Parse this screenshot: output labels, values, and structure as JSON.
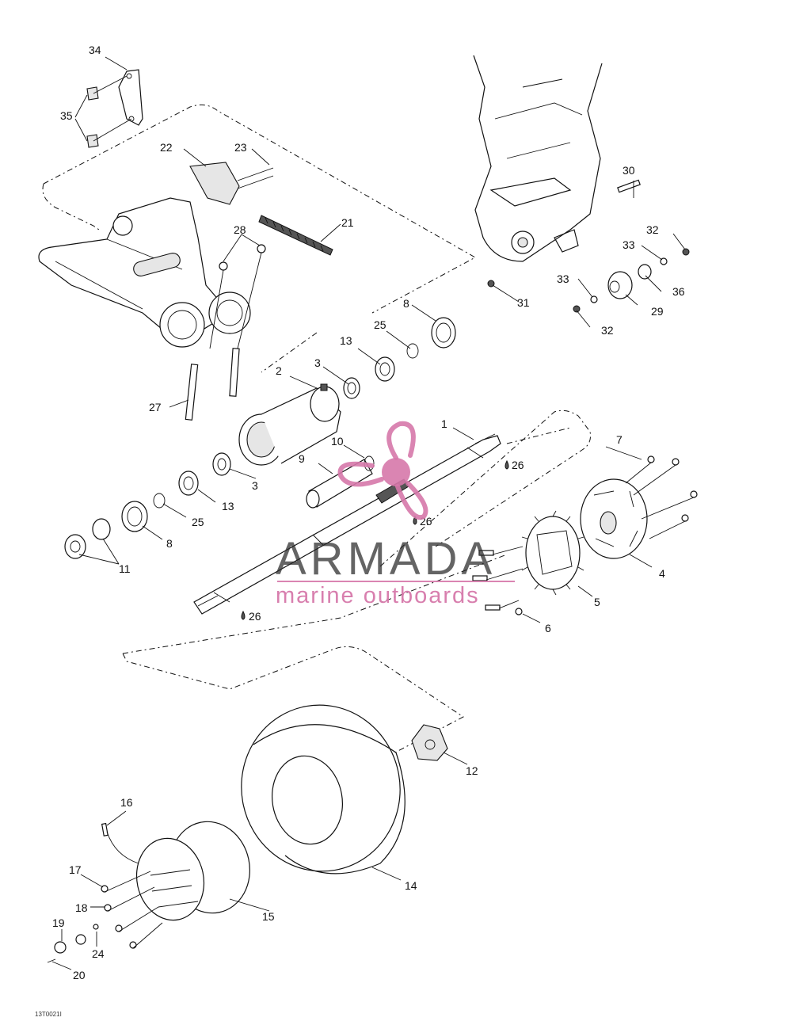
{
  "diagram": {
    "callouts": [
      {
        "id": "c1",
        "text": "1"
      },
      {
        "id": "c2",
        "text": "2"
      },
      {
        "id": "c3a",
        "text": "3"
      },
      {
        "id": "c3b",
        "text": "3"
      },
      {
        "id": "c4",
        "text": "4"
      },
      {
        "id": "c5",
        "text": "5"
      },
      {
        "id": "c6",
        "text": "6"
      },
      {
        "id": "c7",
        "text": "7"
      },
      {
        "id": "c8a",
        "text": "8"
      },
      {
        "id": "c8b",
        "text": "8"
      },
      {
        "id": "c9",
        "text": "9"
      },
      {
        "id": "c10",
        "text": "10"
      },
      {
        "id": "c11",
        "text": "11"
      },
      {
        "id": "c12",
        "text": "12"
      },
      {
        "id": "c13a",
        "text": "13"
      },
      {
        "id": "c13b",
        "text": "13"
      },
      {
        "id": "c14",
        "text": "14"
      },
      {
        "id": "c15",
        "text": "15"
      },
      {
        "id": "c16",
        "text": "16"
      },
      {
        "id": "c17",
        "text": "17"
      },
      {
        "id": "c18",
        "text": "18"
      },
      {
        "id": "c19",
        "text": "19"
      },
      {
        "id": "c20",
        "text": "20"
      },
      {
        "id": "c21",
        "text": "21"
      },
      {
        "id": "c22",
        "text": "22"
      },
      {
        "id": "c23",
        "text": "23"
      },
      {
        "id": "c24",
        "text": "24"
      },
      {
        "id": "c25a",
        "text": "25"
      },
      {
        "id": "c25b",
        "text": "25"
      },
      {
        "id": "c26a",
        "text": "26"
      },
      {
        "id": "c26b",
        "text": "26"
      },
      {
        "id": "c26c",
        "text": "26"
      },
      {
        "id": "c27",
        "text": "27"
      },
      {
        "id": "c28",
        "text": "28"
      },
      {
        "id": "c29",
        "text": "29"
      },
      {
        "id": "c30",
        "text": "30"
      },
      {
        "id": "c31",
        "text": "31"
      },
      {
        "id": "c32a",
        "text": "32"
      },
      {
        "id": "c32b",
        "text": "32"
      },
      {
        "id": "c33a",
        "text": "33"
      },
      {
        "id": "c33b",
        "text": "33"
      },
      {
        "id": "c34",
        "text": "34"
      },
      {
        "id": "c35",
        "text": "35"
      },
      {
        "id": "c36",
        "text": "36"
      }
    ],
    "reference_code": "13T0021I"
  },
  "watermark": {
    "brand": "ARMADA",
    "tagline": "marine outboards",
    "brand_color": "#2a2a2a",
    "accent_color": "#d678aa"
  }
}
